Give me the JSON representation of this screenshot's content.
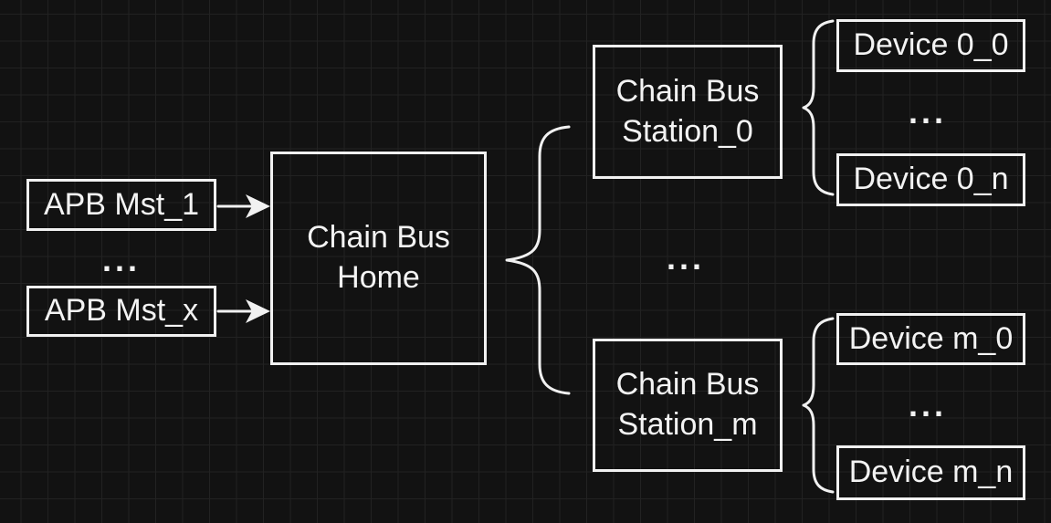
{
  "palette": {
    "background": "#121212",
    "grid_line": "#222222",
    "shape_stroke": "#f1f1f1",
    "text": "#f3f3f3"
  },
  "masters": {
    "first": {
      "label": "APB Mst_1"
    },
    "ellipsis": "...",
    "last": {
      "label": "APB Mst_x"
    }
  },
  "home": {
    "label": "Chain Bus\nHome"
  },
  "stations": {
    "ellipsis": "...",
    "first": {
      "label": "Chain Bus\nStation_0",
      "devices": {
        "first": "Device 0_0",
        "ellipsis": "...",
        "last": "Device 0_n"
      }
    },
    "last": {
      "label": "Chain Bus\nStation_m",
      "devices": {
        "first": "Device m_0",
        "ellipsis": "...",
        "last": "Device m_n"
      }
    }
  },
  "connectors": {
    "arrow_mst_1_to_home": "arrow-right",
    "arrow_mst_x_to_home": "arrow-right",
    "brace_home_to_stations": "curly-brace",
    "brace_station_0_to_devices": "curly-brace",
    "brace_station_m_to_devices": "curly-brace"
  }
}
